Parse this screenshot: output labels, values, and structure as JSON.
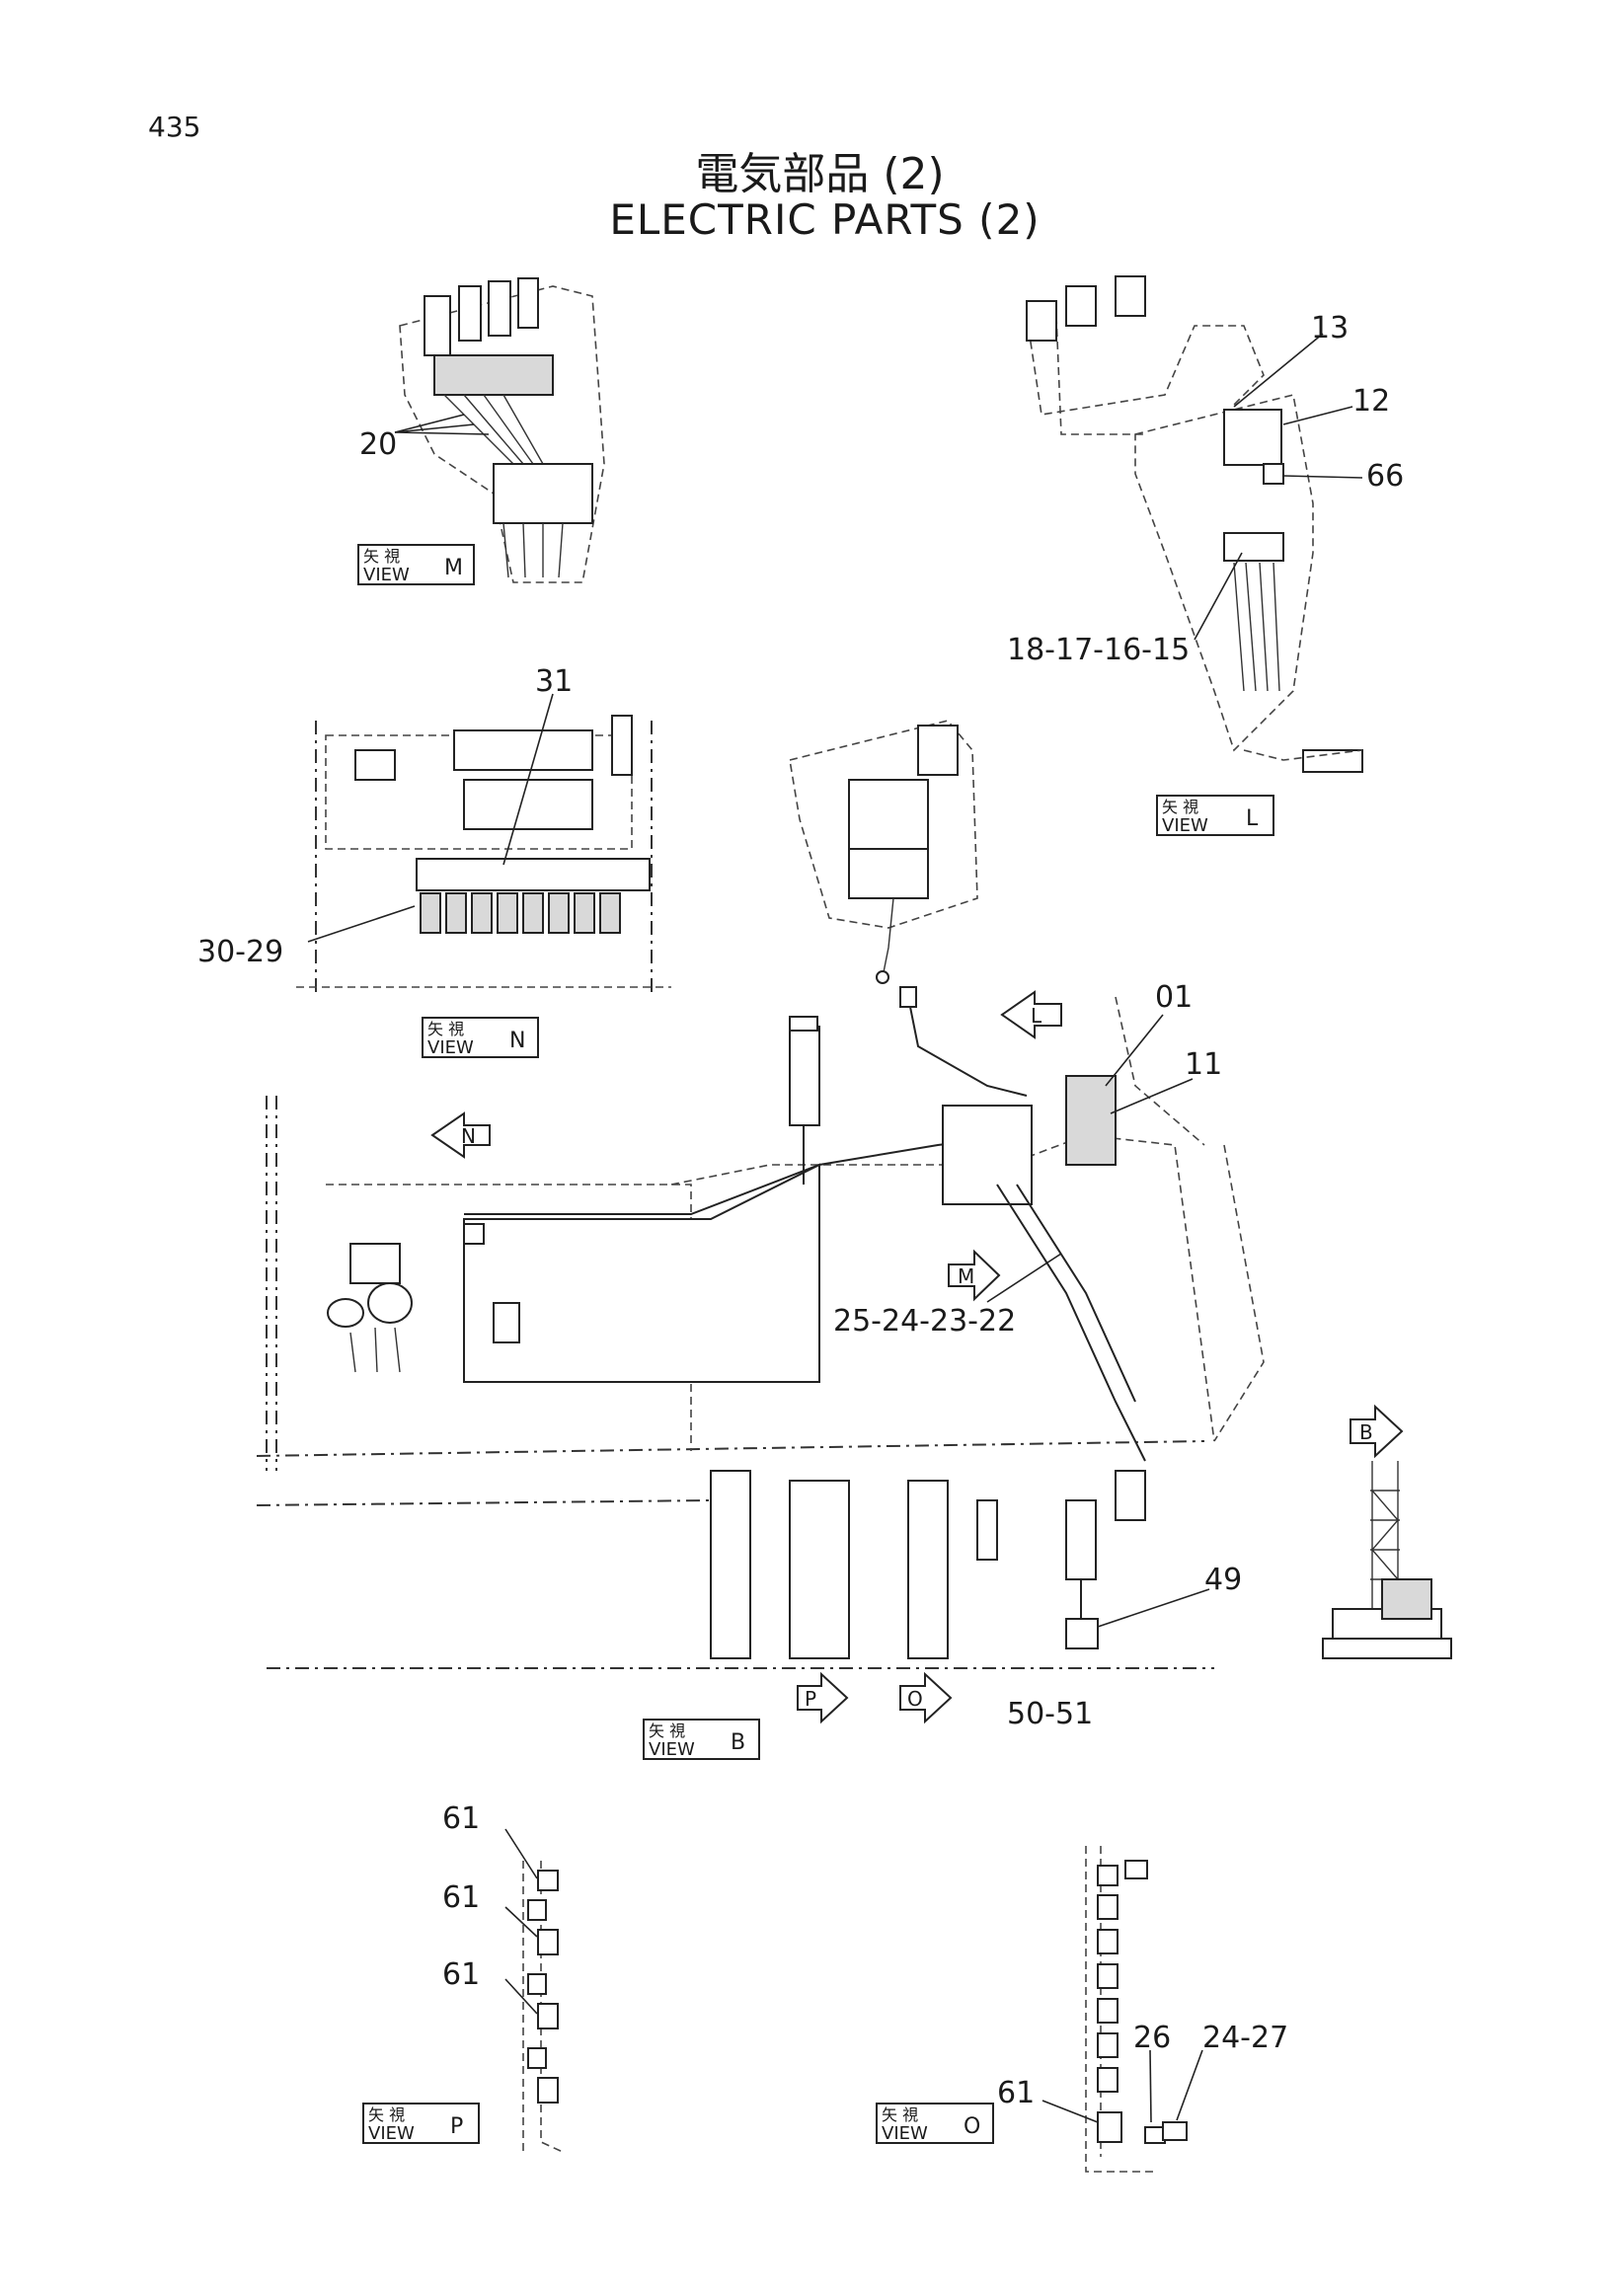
{
  "page_number": "435",
  "title_jp": "電気部品 (2)",
  "title_en": "ELECTRIC PARTS (2)",
  "view_label_jp": "矢 視",
  "view_label_en": "VIEW",
  "views": {
    "m": "M",
    "l": "L",
    "n": "N",
    "b": "B",
    "p": "P",
    "o": "O"
  },
  "direction_arrows": {
    "l": "L",
    "n": "N",
    "m": "M",
    "b": "B",
    "p": "P",
    "o": "O"
  },
  "callouts": {
    "c20": "20",
    "c13": "13",
    "c12": "12",
    "c66": "66",
    "c18_15": "18-17-16-15",
    "c31": "31",
    "c30_29": "30-29",
    "c01": "01",
    "c11": "11",
    "c25_22": "25-24-23-22",
    "c49": "49",
    "c50_51": "50-51",
    "c61a": "61",
    "c61b": "61",
    "c61c": "61",
    "c61d": "61",
    "c26": "26",
    "c24_27": "24-27"
  }
}
